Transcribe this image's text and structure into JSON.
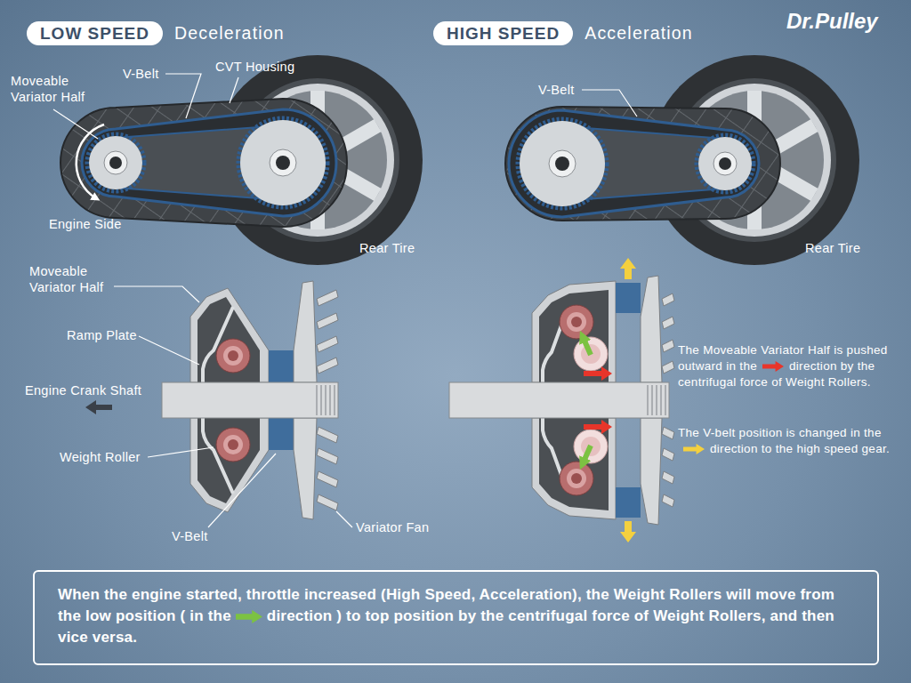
{
  "diagram": {
    "nodes": [
      {
        "text": [
          "LOW SPEED",
          "Deceleration"
        ]
      },
      {
        "text": [
          "HIGH SPEED",
          "Acceleration"
        ]
      },
      {
        "text": [
          "When the engine started, throttle increased (High Speed, Acceleration), the Weight Rollers will move from the low position ( in the",
          "direction ) to top position by the centrifugal force of Weight Rollers, and then vice versa."
        ]
      }
    ],
    "labels": [
      "Dr.Pulley",
      "Moveable Variator Half",
      "V-Belt",
      "CVT Housing",
      "Engine Side",
      "Rear Tire",
      "V-Belt",
      "Rear Tire",
      "Moveable Variator Half",
      "Ramp Plate",
      "Engine Crank Shaft",
      "Weight Roller",
      "V-Belt",
      "Variator Fan",
      "The Moveable Variator Half is pushed outward in the",
      "direction by the centrifugal force of Weight Rollers.",
      "The V-belt position is changed in the",
      "direction to the high speed gear."
    ]
  }
}
